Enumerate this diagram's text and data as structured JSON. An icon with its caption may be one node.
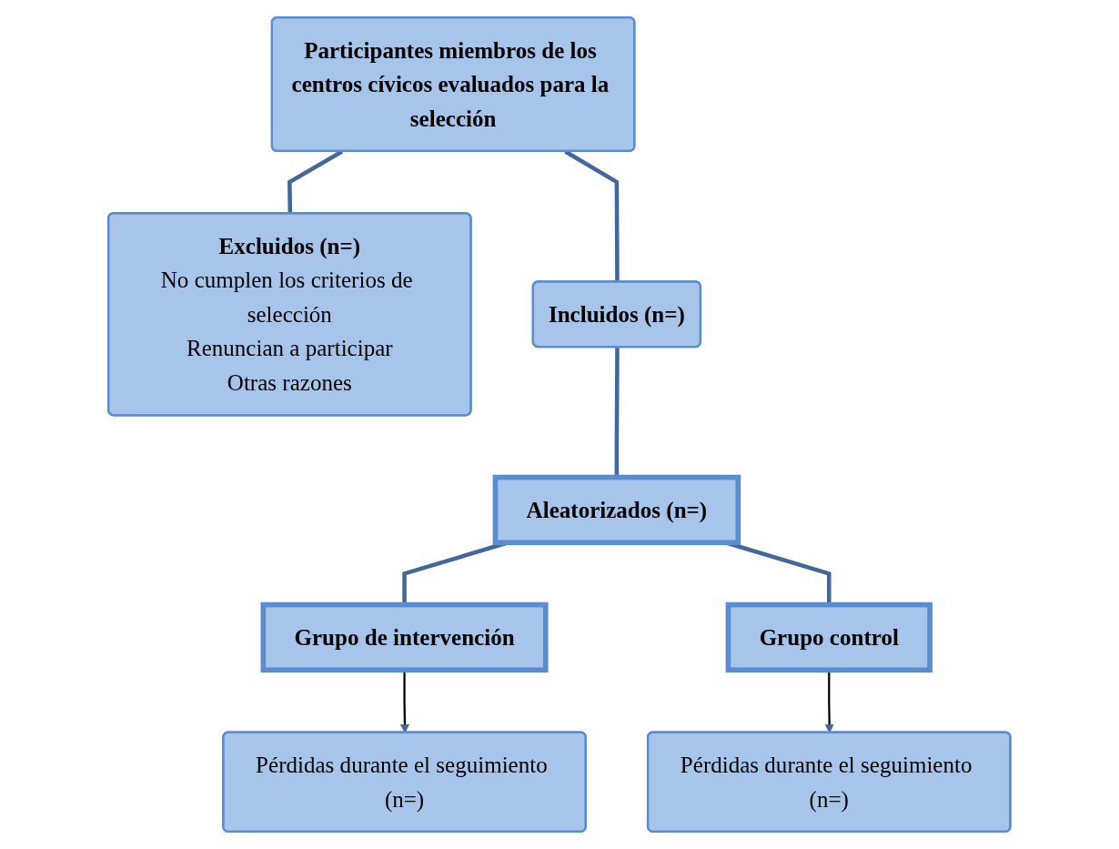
{
  "diagram": {
    "nodes": [
      {
        "text": [
          "Participantes miembros de los centros cívicos evaluados para la selección"
        ]
      },
      {
        "text": [
          "Excluidos (n=)",
          "No cumplen los criterios de selección",
          "Renuncian a participar",
          "Otras razones"
        ]
      },
      {
        "text": [
          "Incluidos (n=)"
        ]
      },
      {
        "text": [
          "Aleatorizados (n=)"
        ]
      },
      {
        "text": [
          "Grupo de intervención"
        ]
      },
      {
        "text": [
          "Grupo control"
        ]
      },
      {
        "text": [
          "Pérdidas durante el seguimiento (n=)"
        ]
      },
      {
        "text": [
          "Pérdidas durante el seguimiento (n=)"
        ]
      }
    ],
    "edges": [
      {
        "from": 0,
        "to": 2,
        "arrow": "none"
      },
      {
        "from": 0,
        "to": 1,
        "arrow": "none"
      },
      {
        "from": 2,
        "to": 3,
        "arrow": "none"
      },
      {
        "from": 3,
        "to": 4,
        "arrow": "none"
      },
      {
        "from": 3,
        "to": 5,
        "arrow": "none"
      },
      {
        "from": 4,
        "to": 6,
        "arrow": "to",
        "color": "#000000"
      },
      {
        "from": 5,
        "to": 7,
        "arrow": "to",
        "color": "#000000"
      }
    ]
  }
}
